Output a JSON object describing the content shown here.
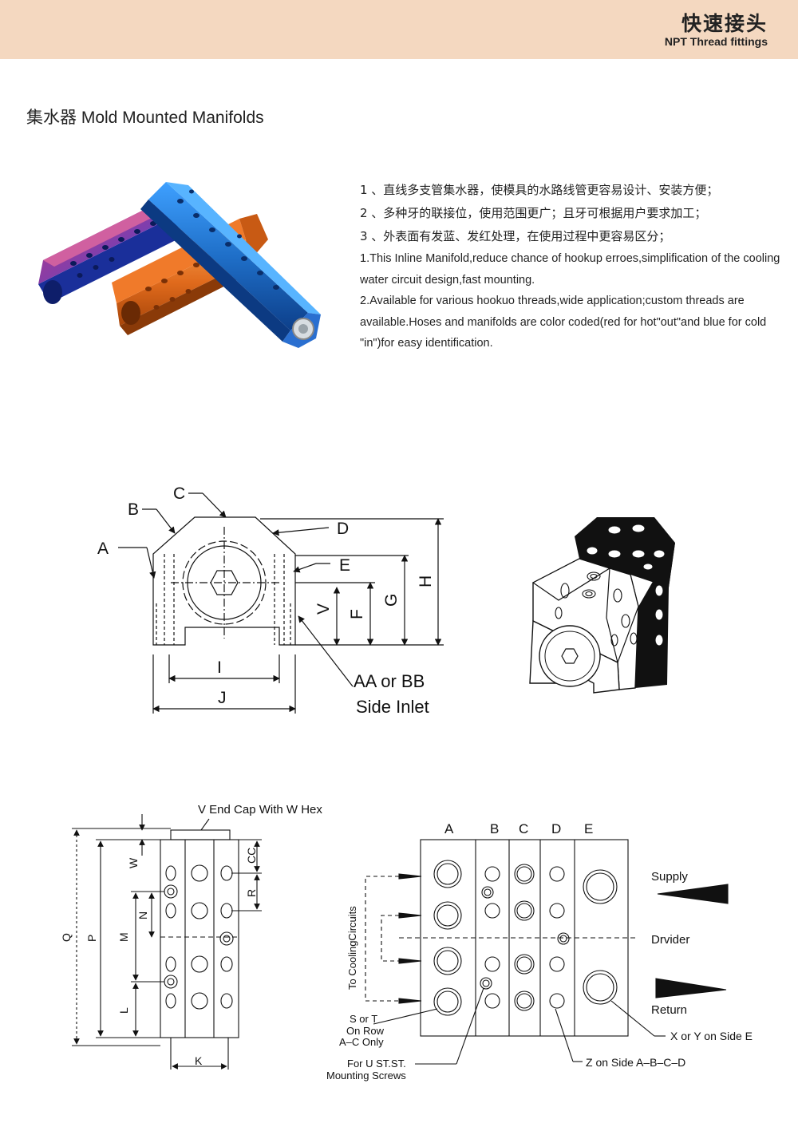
{
  "header": {
    "title_cn": "快速接头",
    "title_en": "NPT Thread fittings"
  },
  "page_title": "集水器 Mold Mounted Manifolds",
  "description": {
    "cn_lines": [
      "1 、直线多支管集水器，使模具的水路线管更容易设计、安装方便；",
      "2 、多种牙的联接位，使用范围更广；且牙可根据用户要求加工；",
      "3 、外表面有发蓝、发红处理，在使用过程中更容易区分；"
    ],
    "en_paragraphs": [
      "1.This Inline Manifold,reduce chance of hookup erroes,simplification of the cooling water circuit design,fast mounting.",
      "2.Available for various hookuo threads,wide application;custom threads are available.Hoses and manifolds are color coded(red for hot\"out\"and blue for cold \"in\")for easy identification."
    ]
  },
  "end_view": {
    "labels": {
      "A": "A",
      "B": "B",
      "C": "C",
      "D": "D",
      "E": "E",
      "F": "F",
      "G": "G",
      "H": "H",
      "I": "I",
      "J": "J",
      "V": "V"
    },
    "side_inlet_line1": "AA or BB",
    "side_inlet_line2": "Side Inlet"
  },
  "side_view": {
    "end_cap": "V End Cap With W Hex",
    "labels": {
      "W": "W",
      "CC": "CC",
      "R": "R",
      "N": "N",
      "M": "M",
      "L": "L",
      "P": "P",
      "Q": "Q",
      "K": "K"
    }
  },
  "plan_view": {
    "columns": [
      "A",
      "B",
      "C",
      "D",
      "E"
    ],
    "supply": "Supply",
    "divider": "Drvider",
    "return": "Return",
    "to_cooling": "To CoolingCircuits",
    "s_or_t": "S or T",
    "on_row": "On Row",
    "ac_only": "A–C Only",
    "for_u": "For U ST.ST.",
    "mounting": "Mounting Screws",
    "x_or_y": "X or Y on Side E",
    "z_on_side": "Z on Side A–B–C–D"
  },
  "colors": {
    "header_bg": "#f4d8c0",
    "blue": "#1f6fc8",
    "red": "#c84a7a",
    "orange": "#e06a1c"
  }
}
